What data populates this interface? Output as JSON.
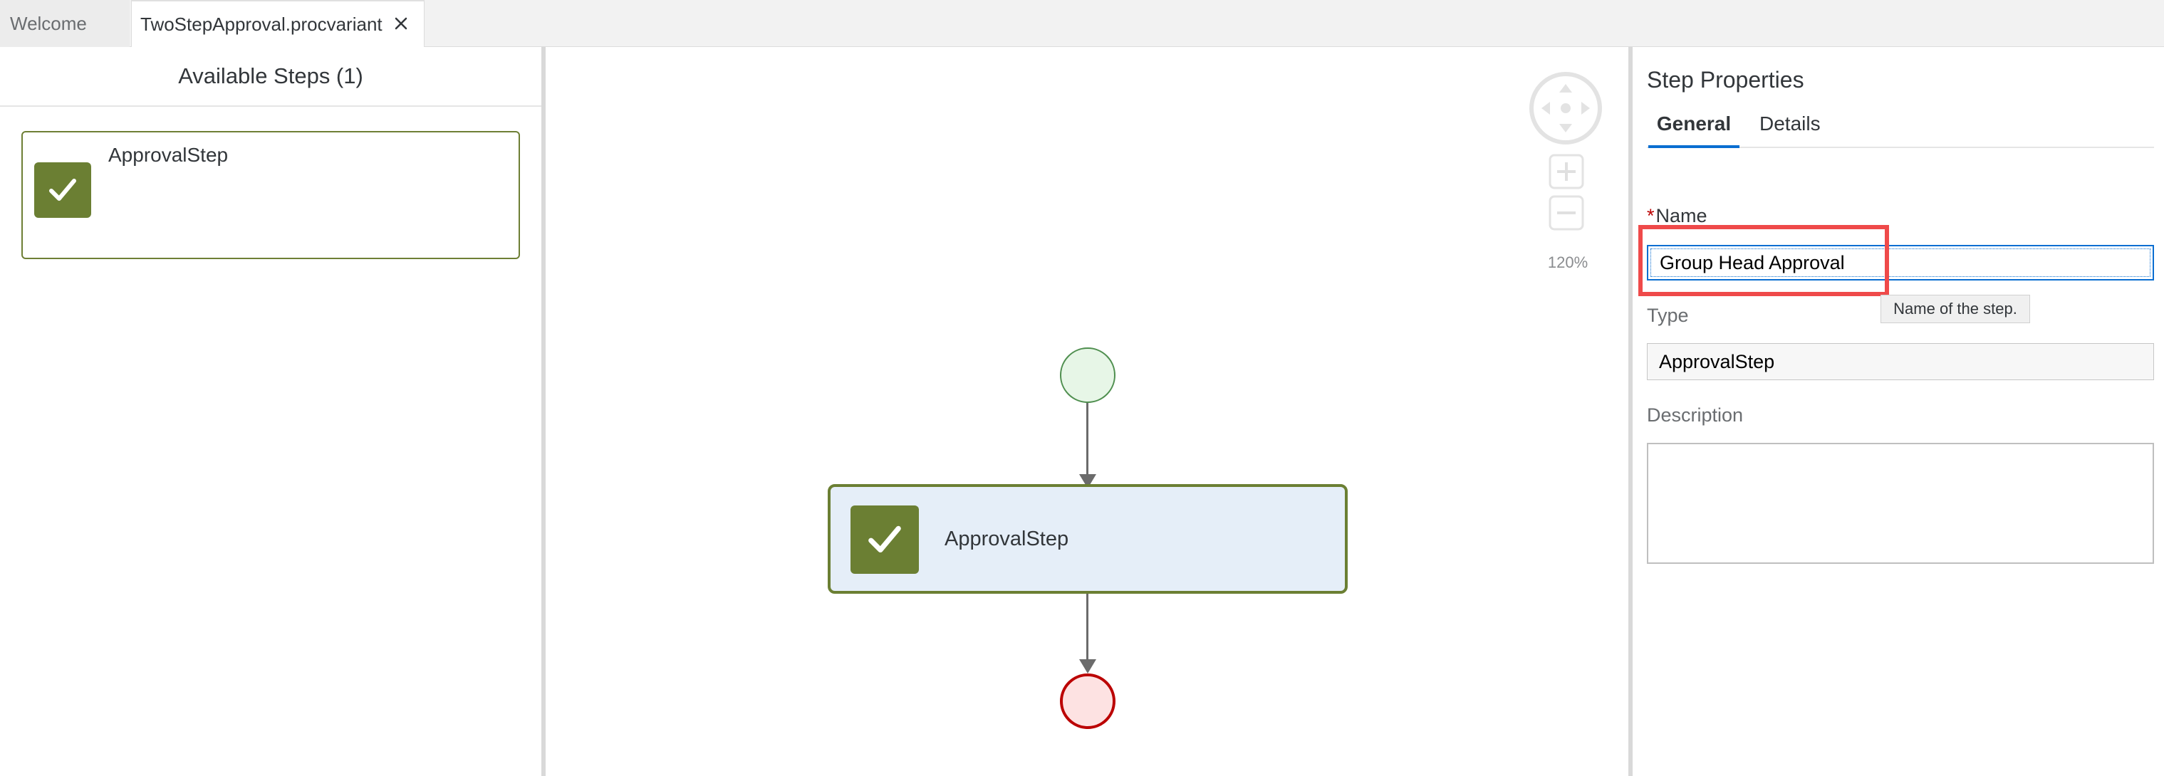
{
  "tabs": [
    {
      "label": "Welcome",
      "active": false
    },
    {
      "label": "TwoStepApproval.procvariant",
      "active": true
    }
  ],
  "left_panel": {
    "title": "Available Steps (1)",
    "steps": [
      {
        "label": "ApprovalStep",
        "icon": "checkmark-icon"
      }
    ]
  },
  "canvas": {
    "zoom_level": "120%",
    "task": {
      "label": "ApprovalStep",
      "icon": "checkmark-icon"
    },
    "controls": [
      "navigation-pad-icon",
      "zoom-in-icon",
      "zoom-out-icon"
    ]
  },
  "properties": {
    "title": "Step Properties",
    "tabs": [
      {
        "label": "General",
        "active": true
      },
      {
        "label": "Details",
        "active": false
      }
    ],
    "name_required_marker": "*",
    "name_label": "Name",
    "name_value": "Group Head Approval",
    "name_tooltip": "Name of the step.",
    "type_label": "Type",
    "type_value": "ApprovalStep",
    "description_label": "Description",
    "description_value": ""
  },
  "colors": {
    "step_green": "#6b7f33",
    "accent_blue": "#0a6ed1",
    "highlight_red": "#ef4a4a",
    "start_event_fill": "#e7f6e7",
    "end_event_stroke": "#bb0000",
    "task_fill": "#e5eef8"
  }
}
